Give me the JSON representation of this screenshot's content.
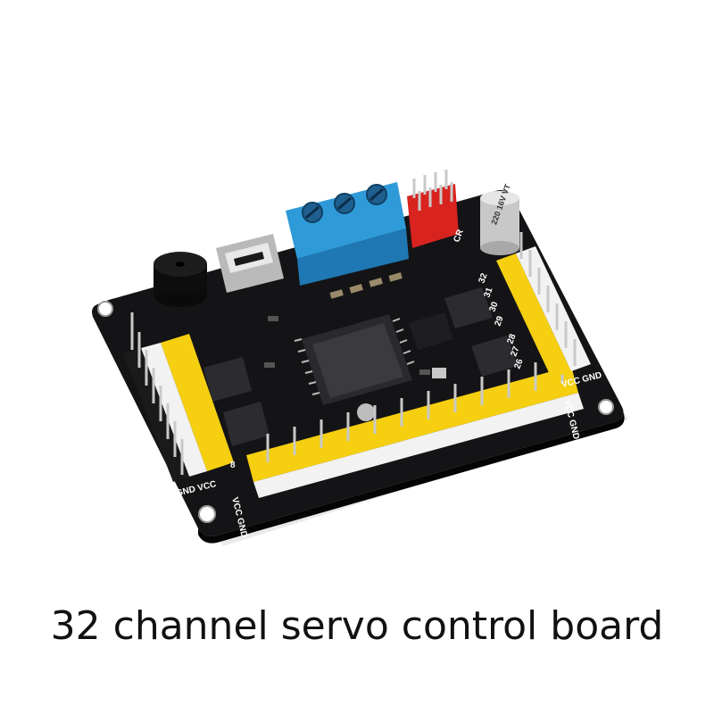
{
  "caption": "32 channel servo control board",
  "board": {
    "silkscreen": {
      "gnd_vcc_left": "GND VCC",
      "vcc_gnd_bottom": "VCC GND",
      "vcc_gnd_right_top": "VCC GND",
      "vcc_gnd_right_bottom": "VCC GND",
      "channel_8": "8",
      "channel_32": "32",
      "channel_31": "31",
      "channel_30": "30",
      "channel_29": "29",
      "channel_28": "28",
      "channel_27": "27",
      "channel_26": "26",
      "cr": "CR",
      "capacitor": "220 16V VT"
    }
  },
  "colors": {
    "pcb": "#141416",
    "header_yellow": "#f5cf10",
    "header_white": "#f2f2f2",
    "terminal_blue": "#2f9ad8",
    "jumper_red": "#d8231f",
    "pin_metal": "#c9c9c9"
  }
}
